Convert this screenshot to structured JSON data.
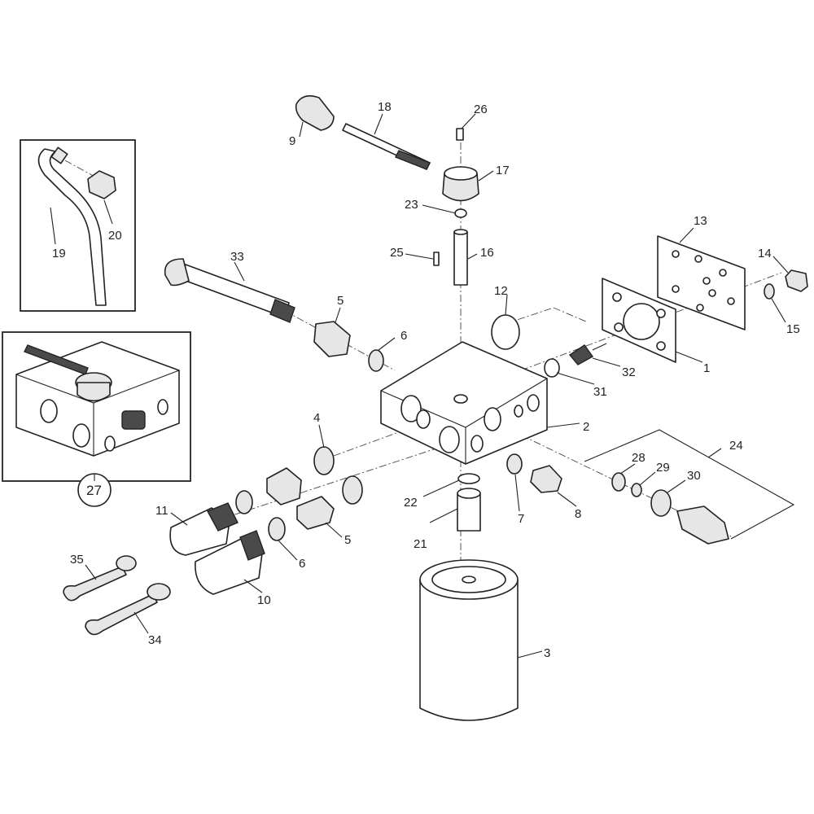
{
  "diagram": {
    "callouts": {
      "c1": "1",
      "c2": "2",
      "c3": "3",
      "c4": "4",
      "c5a": "5",
      "c5b": "5",
      "c6a": "6",
      "c6b": "6",
      "c7": "7",
      "c8": "8",
      "c9": "9",
      "c10": "10",
      "c11": "11",
      "c12": "12",
      "c13": "13",
      "c14": "14",
      "c15": "15",
      "c16": "16",
      "c17": "17",
      "c18": "18",
      "c19": "19",
      "c20": "20",
      "c21": "21",
      "c22": "22",
      "c23": "23",
      "c24": "24",
      "c25": "25",
      "c26": "26",
      "c27": "27",
      "c28": "28",
      "c29": "29",
      "c30": "30",
      "c31": "31",
      "c32": "32",
      "c33": "33",
      "c34": "34",
      "c35": "35"
    }
  }
}
